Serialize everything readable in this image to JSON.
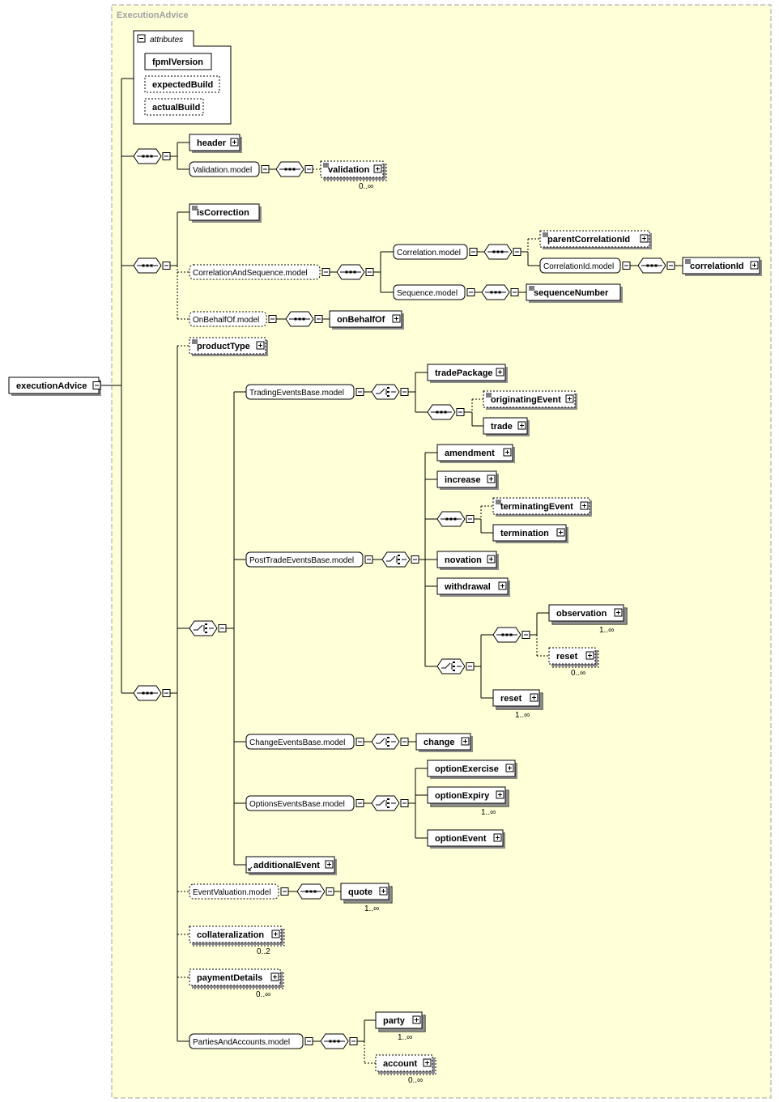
{
  "title": "ExecutionAdvice",
  "root": "executionAdvice",
  "attributes": {
    "label": "attributes",
    "items": [
      "fpmlVersion",
      "expectedBuild",
      "actualBuild"
    ]
  },
  "elements": {
    "header": "header",
    "validation_model": "Validation.model",
    "validation": "validation",
    "isCorrection": "isCorrection",
    "correlation_and_sequence_model": "CorrelationAndSequence.model",
    "correlation_model": "Correlation.model",
    "parentCorrelationId": "parentCorrelationId",
    "correlationId_model": "CorrelationId.model",
    "correlationId": "correlationId",
    "sequence_model": "Sequence.model",
    "sequenceNumber": "sequenceNumber",
    "on_behalf_of_model": "OnBehalfOf.model",
    "onBehalfOf": "onBehalfOf",
    "productType": "productType",
    "trading_events_base_model": "TradingEventsBase.model",
    "tradePackage": "tradePackage",
    "originatingEvent": "originatingEvent",
    "trade": "trade",
    "post_trade_events_base_model": "PostTradeEventsBase.model",
    "amendment": "amendment",
    "increase": "increase",
    "terminatingEvent": "terminatingEvent",
    "termination": "termination",
    "novation": "novation",
    "withdrawal": "withdrawal",
    "observation": "observation",
    "reset_opt": "reset",
    "reset": "reset",
    "change_events_base_model": "ChangeEventsBase.model",
    "change": "change",
    "options_events_base_model": "OptionsEventsBase.model",
    "optionExercise": "optionExercise",
    "optionExpiry": "optionExpiry",
    "optionEvent": "optionEvent",
    "additionalEvent": "additionalEvent",
    "event_valuation_model": "EventValuation.model",
    "quote": "quote",
    "collateralization": "collateralization",
    "paymentDetails": "paymentDetails",
    "parties_and_accounts_model": "PartiesAndAccounts.model",
    "party": "party",
    "account": "account"
  },
  "cardinalities": {
    "validation": "0..∞",
    "observation": "1..∞",
    "reset_opt": "0..∞",
    "reset": "1..∞",
    "optionExpiry": "1..∞",
    "quote": "1..∞",
    "collateralization": "0..2",
    "paymentDetails": "0..∞",
    "party": "1..∞",
    "account": "0..∞"
  },
  "colors": {
    "canvas": "#ffffd8",
    "canvas_border": "#a0a0a0",
    "element_fill": "#ffffff",
    "line": "#000000"
  }
}
